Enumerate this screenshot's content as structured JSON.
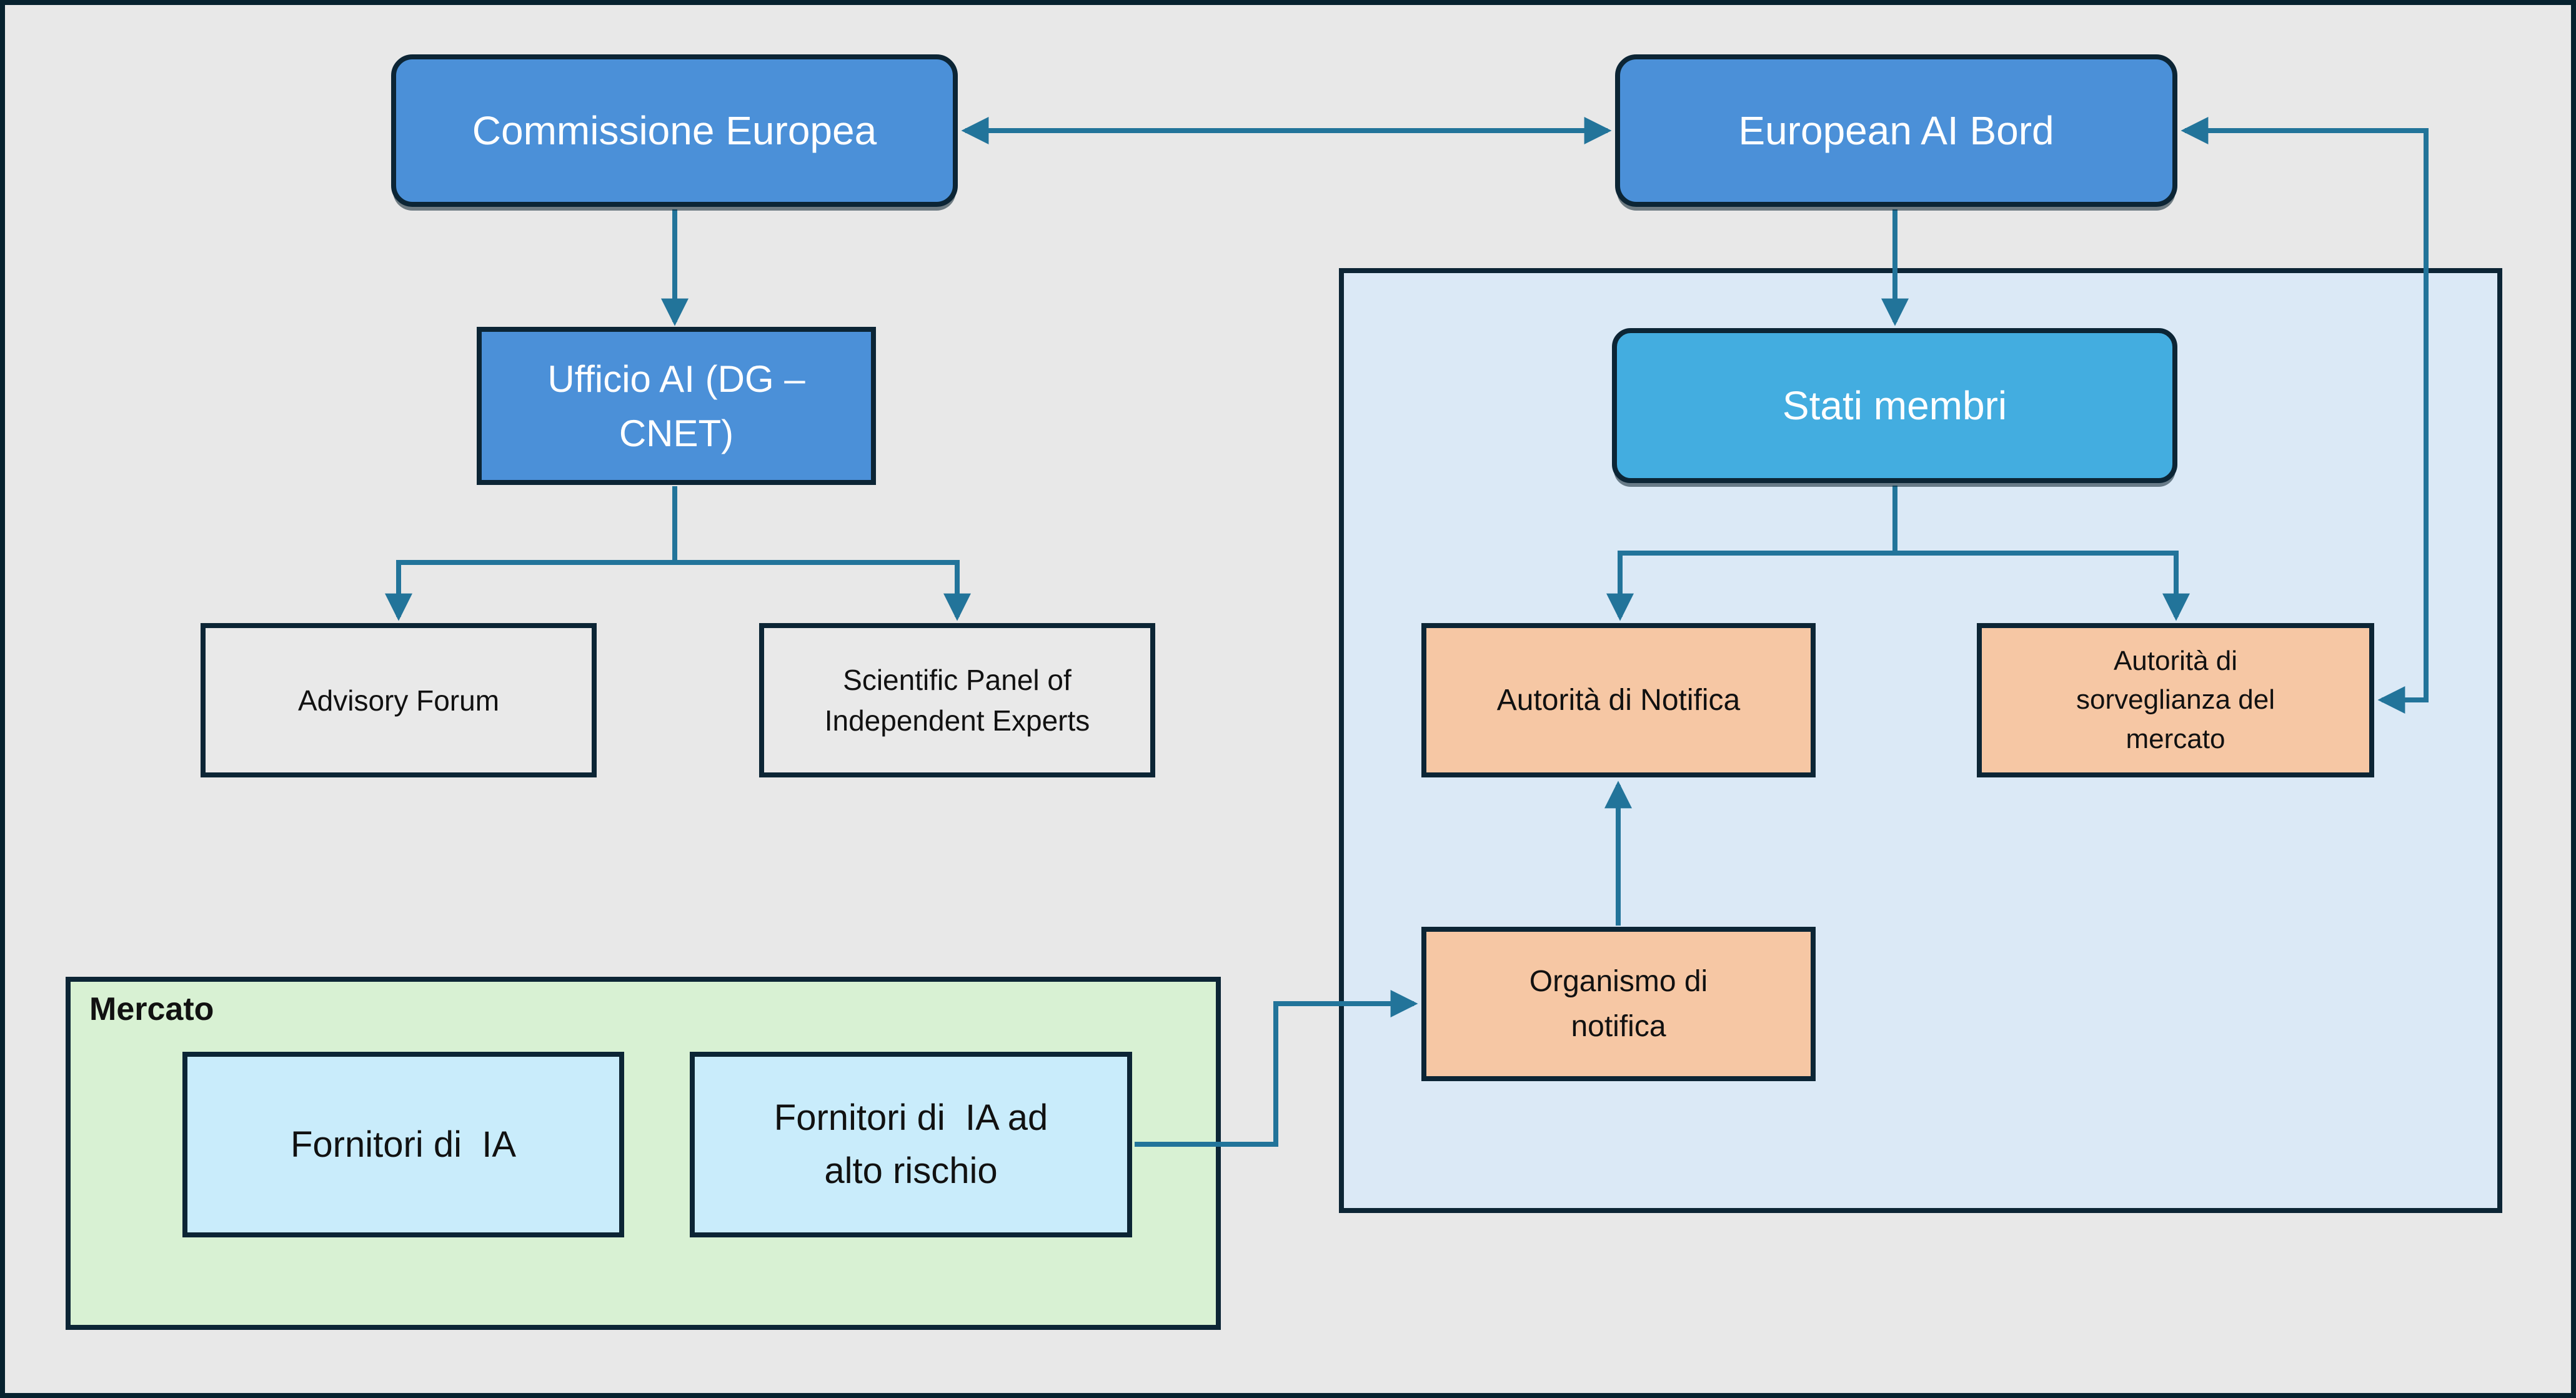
{
  "diagram_type": "flowchart",
  "language": "Italian",
  "colors": {
    "bg": "#e8e8e8",
    "canvasBorder": "#07222f",
    "border": "#0c2535",
    "wire": "#22749a",
    "blue": "#4b90d8",
    "cyan": "#43ade0",
    "peach": "#f6c7a4",
    "panel": "#dbe9f6",
    "green": "#d8f1d3",
    "skyBox": "#c9ecfb",
    "grayBox": "#e9e9e9",
    "textDark": "#111111",
    "textLight": "#ffffff"
  },
  "nodes": {
    "commissione": {
      "label": "Commissione Europea"
    },
    "ai_board": {
      "label": "European AI Bord"
    },
    "ufficio": {
      "label": "Ufficio AI (DG –\nCNET)"
    },
    "advisory": {
      "label": "Advisory Forum"
    },
    "scientific": {
      "label": "Scientific Panel of\nIndependent Experts"
    },
    "stati": {
      "label": "Stati membri"
    },
    "aut_notifica": {
      "label": "Autorità di Notifica"
    },
    "aut_sorveglianza": {
      "label": "Autorità di\nsorveglianza del\nmercato"
    },
    "organismo": {
      "label": "Organismo di\nnotifica"
    },
    "mercato": {
      "label": "Mercato"
    },
    "fornitori": {
      "label": "Fornitori di  IA"
    },
    "fornitori_alto": {
      "label": "Fornitori di  IA ad\nalto rischio"
    }
  },
  "edges": [
    {
      "from": "commissione",
      "to": "ai_board",
      "arrows": "both"
    },
    {
      "from": "commissione",
      "to": "ufficio",
      "arrows": "end"
    },
    {
      "from": "ufficio",
      "to": "advisory",
      "arrows": "end"
    },
    {
      "from": "ufficio",
      "to": "scientific",
      "arrows": "end"
    },
    {
      "from": "ai_board",
      "to": "stati",
      "arrows": "end"
    },
    {
      "from": "stati",
      "to": "aut_notifica",
      "arrows": "end"
    },
    {
      "from": "stati",
      "to": "aut_sorveglianza",
      "arrows": "end"
    },
    {
      "from": "ai_board",
      "to": "aut_sorveglianza",
      "arrows": "both"
    },
    {
      "from": "organismo",
      "to": "aut_notifica",
      "arrows": "end"
    },
    {
      "from": "fornitori_alto",
      "to": "organismo",
      "arrows": "end"
    }
  ]
}
